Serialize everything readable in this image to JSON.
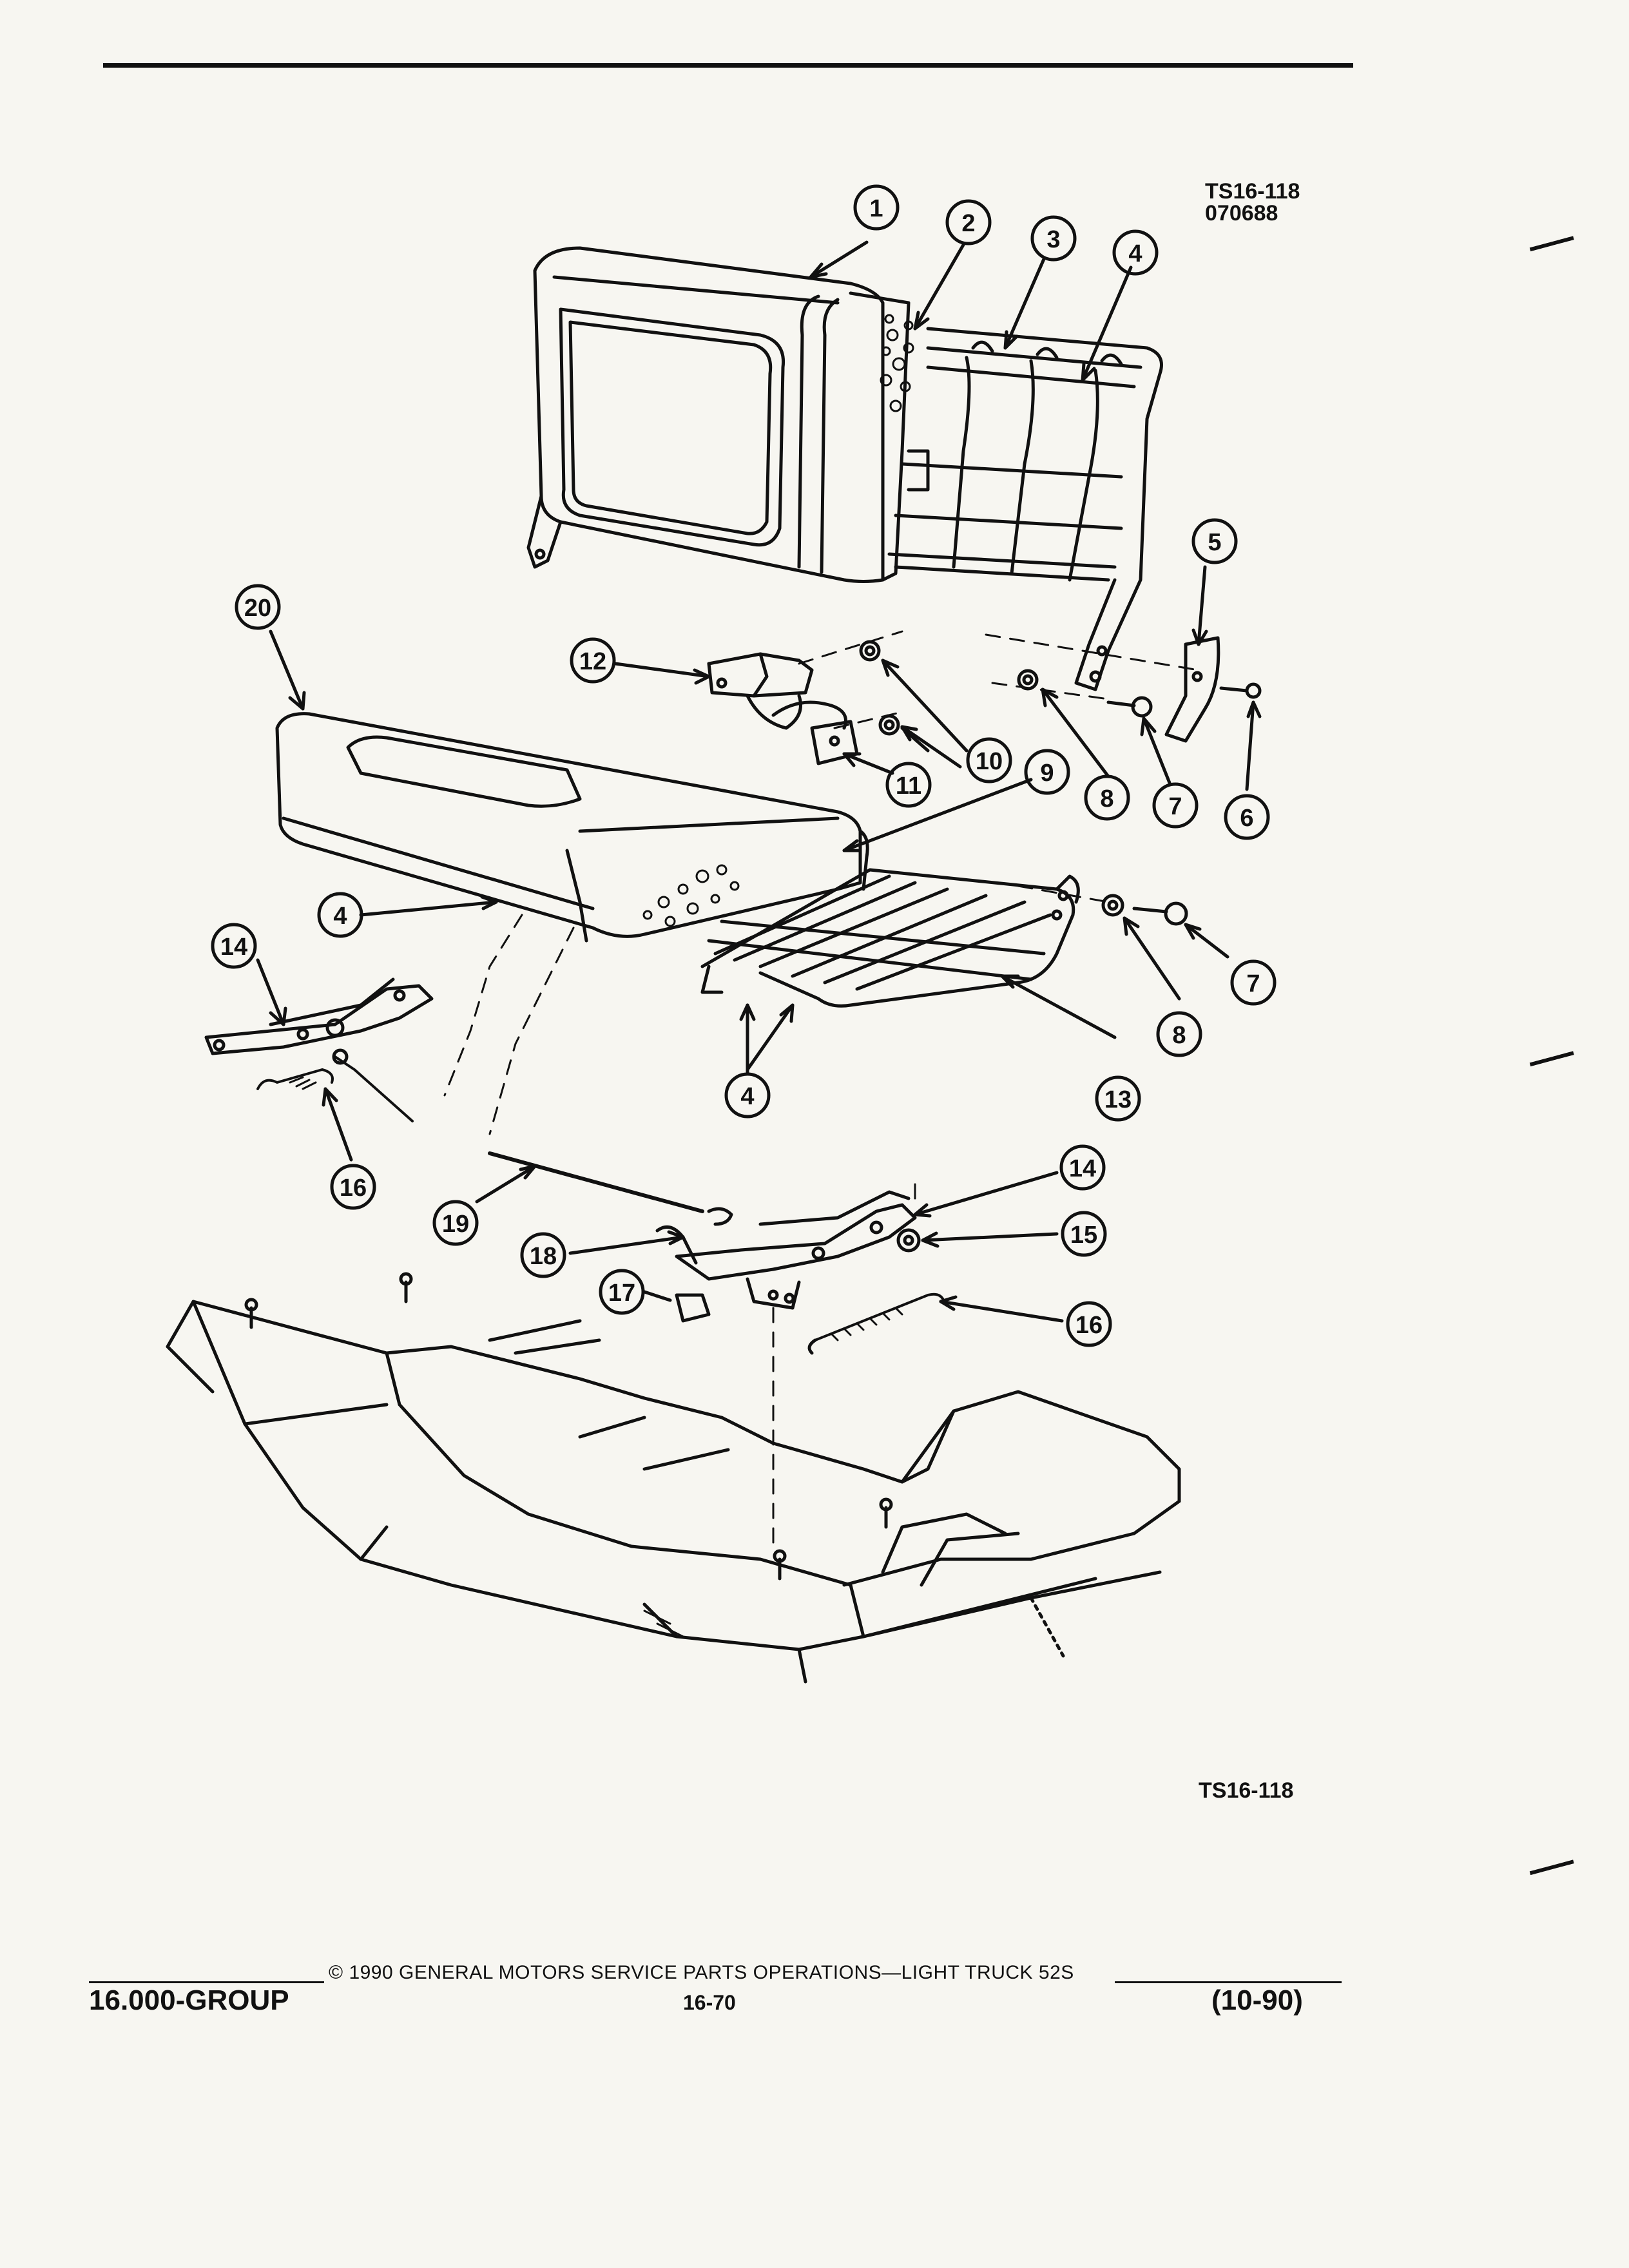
{
  "figure": {
    "id": "TS16-118",
    "date_code": "070688",
    "bottom_label": "TS16-118"
  },
  "callouts": [
    "1",
    "2",
    "3",
    "4",
    "5",
    "6",
    "7",
    "8",
    "9",
    "10",
    "11",
    "12",
    "13",
    "14",
    "15",
    "16",
    "17",
    "18",
    "19",
    "20"
  ],
  "footer": {
    "copyright": "© 1990 GENERAL MOTORS SERVICE PARTS OPERATIONS—LIGHT TRUCK 52S",
    "group": "16.000-GROUP",
    "page": "16-70",
    "date": "(10-90)"
  }
}
